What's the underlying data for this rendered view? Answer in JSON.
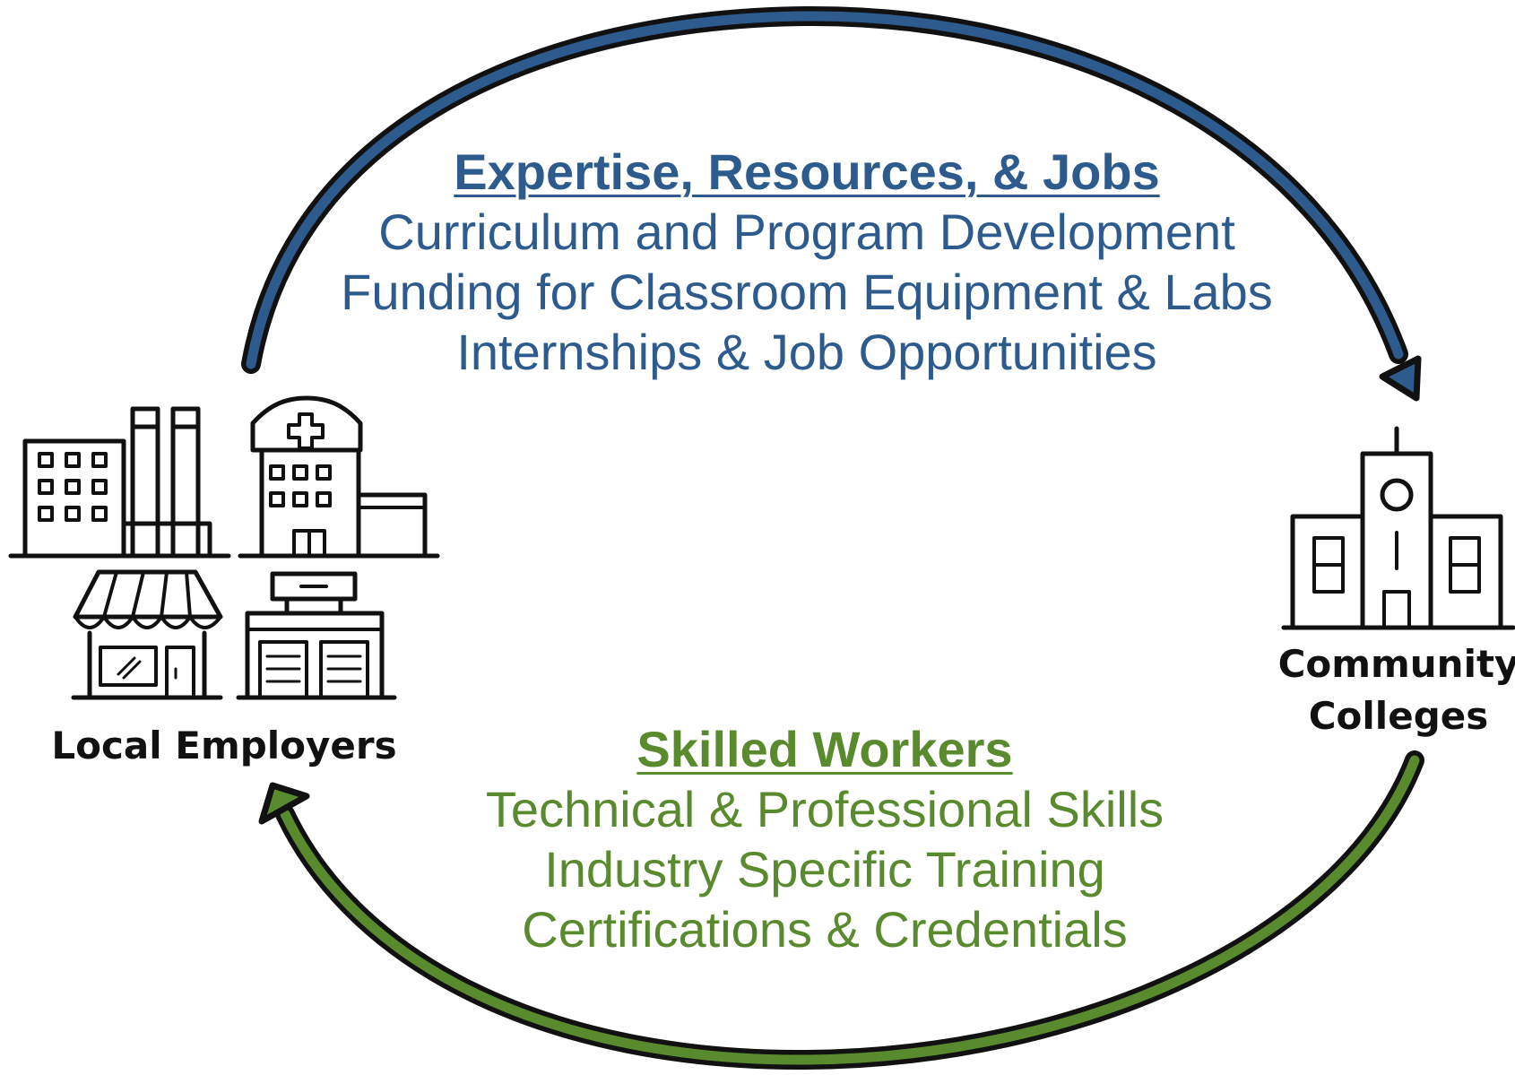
{
  "top_flow": {
    "heading": "Expertise, Resources, & Jobs",
    "items": [
      "Curriculum and Program Development",
      "Funding for Classroom Equipment & Labs",
      "Internships & Job Opportunities"
    ],
    "color": "#2E5B8E"
  },
  "bottom_flow": {
    "heading": "Skilled Workers",
    "items": [
      "Technical & Professional Skills",
      "Industry Specific Training",
      "Certifications & Credentials"
    ],
    "color": "#5A8A2E"
  },
  "employers": {
    "label": "Local Employers",
    "icons": [
      "factory-icon",
      "hospital-icon",
      "storefront-icon",
      "shop-building-icon"
    ]
  },
  "colleges": {
    "label_line1": "Community",
    "label_line2": "Colleges",
    "icon": "school-building-icon"
  }
}
